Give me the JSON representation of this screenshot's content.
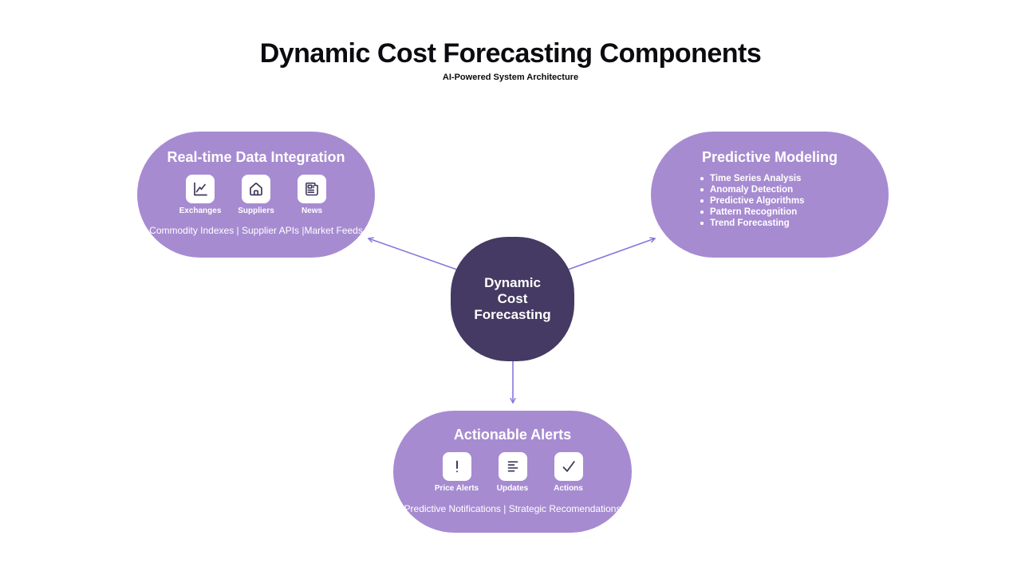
{
  "slide": {
    "title": "Dynamic Cost Forecasting Components",
    "subtitle": "AI-Powered System Architecture"
  },
  "center_node": {
    "title_lines": [
      "Dynamic",
      "Cost",
      "Forecasting"
    ]
  },
  "nodes": {
    "realtime_data_integration": {
      "title": "Real-time Data Integration",
      "items": [
        {
          "icon": "chart-line-icon",
          "label": "Exchanges"
        },
        {
          "icon": "home-icon",
          "label": "Suppliers"
        },
        {
          "icon": "newspaper-icon",
          "label": "News"
        }
      ],
      "footer": "Commodity Indexes | Supplier APIs |Market Feeds"
    },
    "predictive_modeling": {
      "title": "Predictive Modeling",
      "bullets": [
        "Time Series Analysis",
        "Anomaly Detection",
        "Predictive Algorithms",
        "Pattern Recognition",
        "Trend Forecasting"
      ]
    },
    "actionable_alerts": {
      "title": "Actionable Alerts",
      "items": [
        {
          "icon": "exclamation-icon",
          "label": "Price Alerts"
        },
        {
          "icon": "list-lines-icon",
          "label": "Updates"
        },
        {
          "icon": "check-icon",
          "label": "Actions"
        }
      ],
      "footer": "Predictive Notifications | Strategic Recomendations"
    }
  },
  "colors": {
    "box_fill": "#a78bd1",
    "center_fill": "#453a63",
    "arrow": "#8677db",
    "arrow_dot": "#7b6bd3",
    "icon_glyph": "#3f3a5e",
    "title_text": "#0b0b10",
    "box_text": "#ffffff"
  }
}
